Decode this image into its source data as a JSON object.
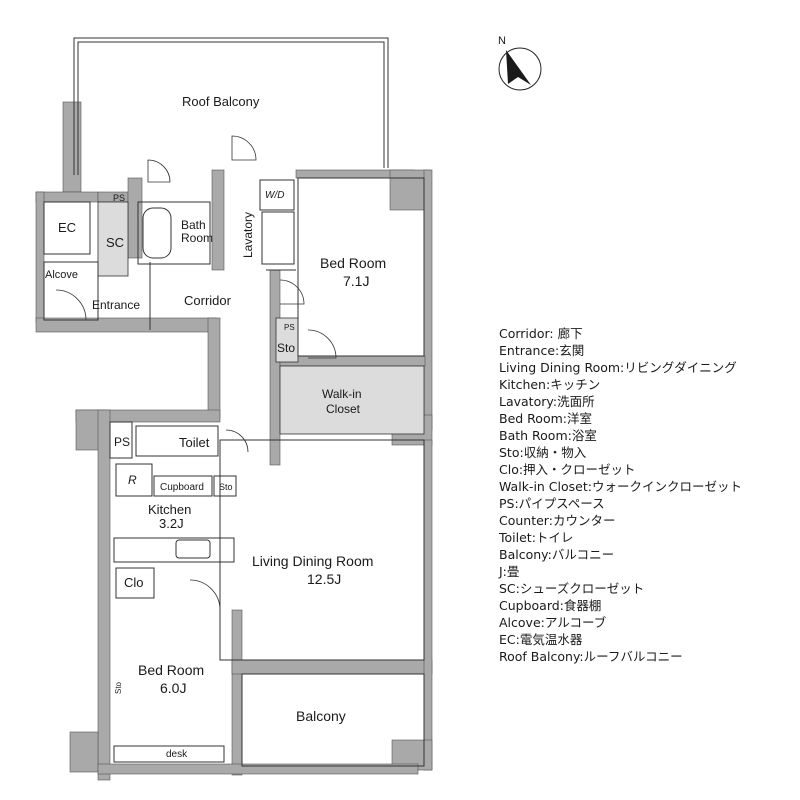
{
  "rooms": {
    "roof_balcony": "Roof Balcony",
    "ec": "EC",
    "sc": "SC",
    "ps_top": "PS",
    "bath_room_line1": "Bath",
    "bath_room_line2": "Room",
    "lavatory": "Lavatory",
    "wd": "W/D",
    "alcove": "Alcove",
    "entrance": "Entrance",
    "corridor": "Corridor",
    "bed_room_1": "Bed Room",
    "bed_room_1_size": "7.1J",
    "ps_mid": "PS",
    "sto_mid": "Sto",
    "walk_in_closet_line1": "Walk-in",
    "walk_in_closet_line2": "Closet",
    "ps_left": "PS",
    "toilet": "Toilet",
    "fridge": "R",
    "cupboard": "Cupboard",
    "sto_small": "Sto",
    "kitchen": "Kitchen",
    "kitchen_size": "3.2J",
    "living_dining_room": "Living Dining Room",
    "living_dining_room_size": "12.5J",
    "clo": "Clo",
    "bed_room_2": "Bed Room",
    "bed_room_2_size": "6.0J",
    "sto_vertical": "Sto",
    "desk": "desk",
    "balcony": "Balcony"
  },
  "compass": {
    "north": "N"
  },
  "legend": [
    "Corridor: 廊下",
    "Entrance:玄関",
    "Living Dining Room:リビングダイニング",
    "Kitchen:キッチン",
    "Lavatory:洗面所",
    "Bed Room:洋室",
    "Bath Room:浴室",
    "Sto:収納・物入",
    "Clo:押入・クローゼット",
    "Walk-in Closet:ウォークインクローゼット",
    "PS:パイプスペース",
    "Counter:カウンター",
    "Toilet:トイレ",
    "Balcony:バルコニー",
    "J:畳",
    "SC:シューズクローゼット",
    "Cupboard:食器棚",
    "Alcove:アルコーブ",
    "EC:電気温水器",
    "Roof Balcony:ルーフバルコニー"
  ],
  "colors": {
    "wall": "#a9a9a9",
    "room_fill": "#dcdcdc",
    "line": "#333333"
  }
}
